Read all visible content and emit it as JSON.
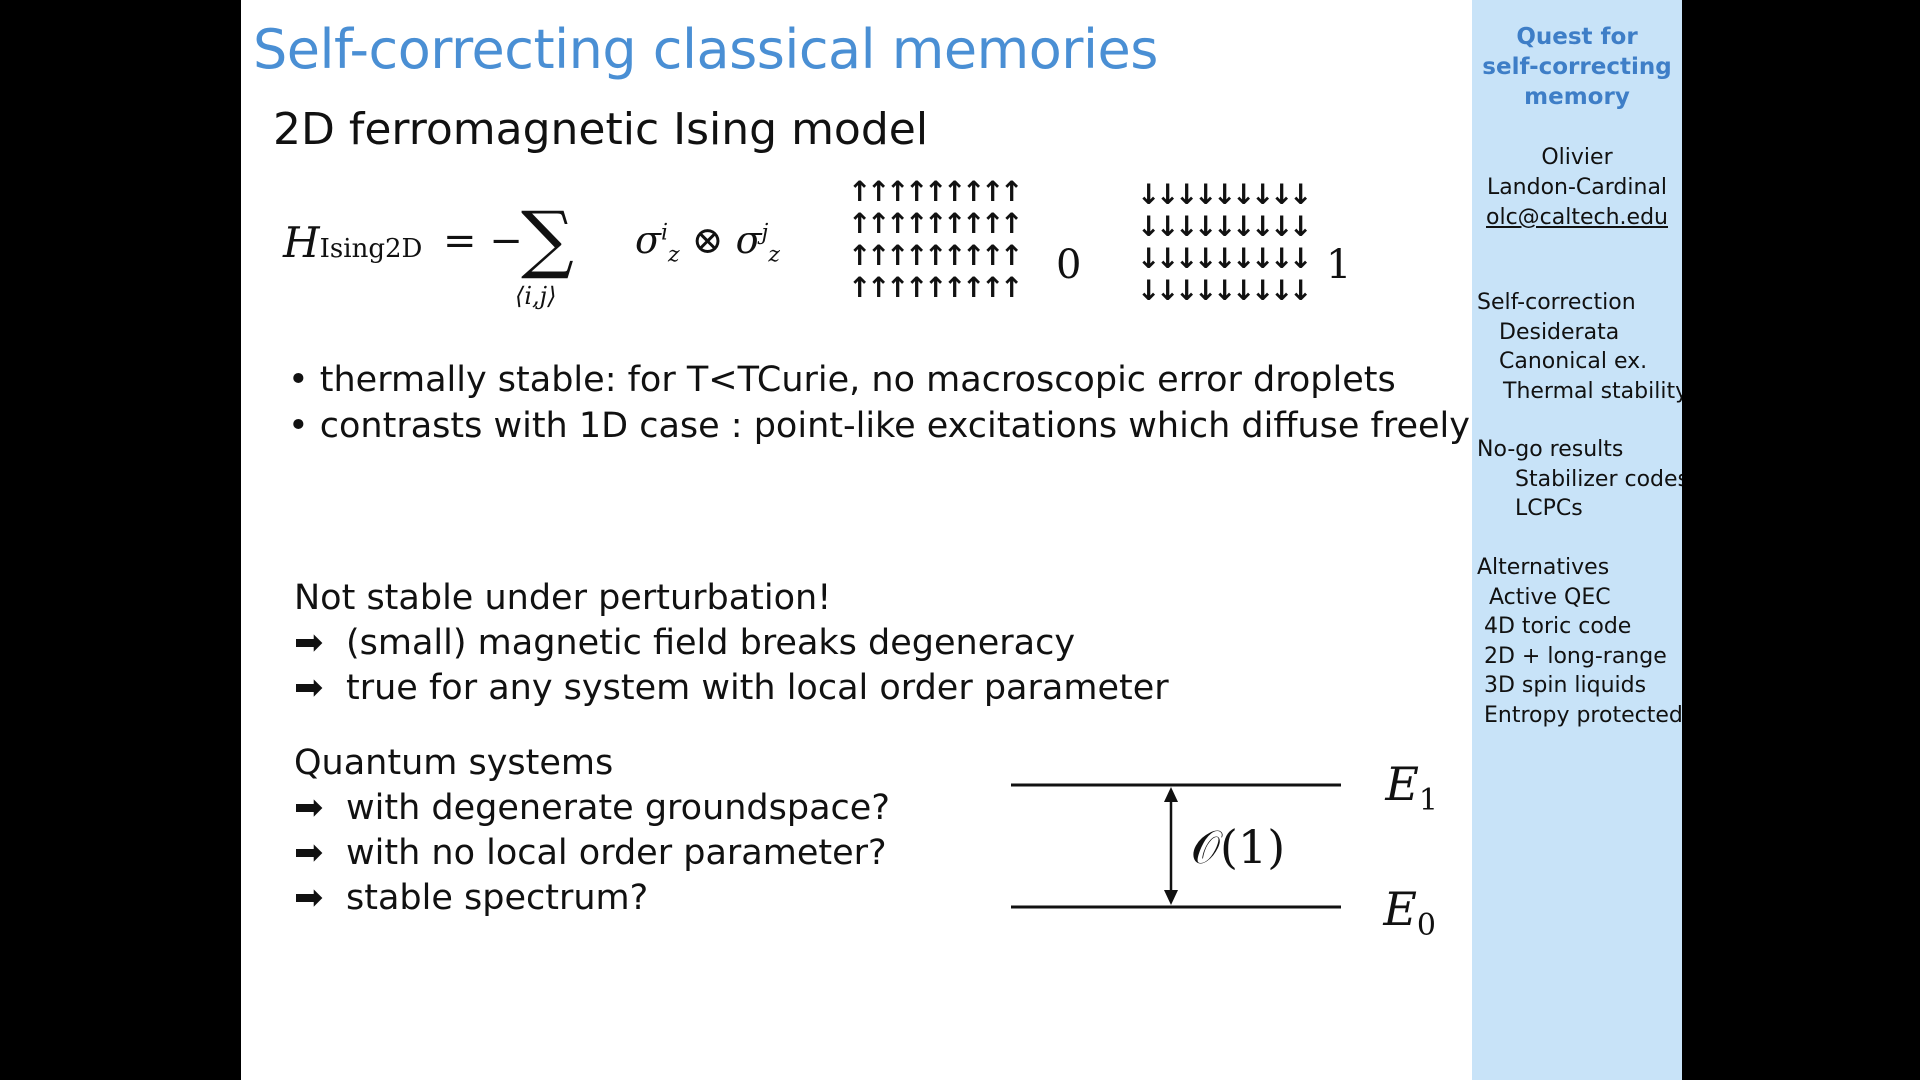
{
  "slide": {
    "title": "Self-correcting classical memories",
    "subtitle": "2D ferromagnetic Ising  model",
    "hamiltonian": {
      "lhs": "H",
      "lhs_sub": "Ising2D",
      "eq": "= −",
      "sum": "∑",
      "sum_index": "⟨i,j⟩",
      "term_base1": "σ",
      "term_sup1": "i",
      "term_sub1": "z",
      "otimes": " ⊗ ",
      "term_base2": "σ",
      "term_sup2": "j",
      "term_sub2": "z"
    },
    "spin_states": {
      "up_glyph": "↑",
      "down_glyph": "↓",
      "rows": 4,
      "cols": 9,
      "label_up": "0",
      "label_down": "1"
    },
    "bullets": [
      "• thermally stable: for T<TCurie, no macroscopic error droplets",
      "• contrasts with 1D case : point-like excitations which diffuse freely"
    ],
    "arrow": "➡",
    "perturbation": {
      "heading": "Not stable under perturbation!",
      "items": [
        "(small) magnetic field breaks degeneracy",
        "true for any system with local order parameter"
      ]
    },
    "quantum": {
      "heading": "Quantum systems",
      "items": [
        "with degenerate groundspace?",
        "with no local order parameter?",
        "stable spectrum?"
      ]
    },
    "energy_levels": {
      "upper": "E",
      "upper_sub": "1",
      "lower": "E",
      "lower_sub": "0",
      "gap": "𝒪(1)"
    }
  },
  "sidebar": {
    "title_lines": [
      "Quest for",
      "self-correcting",
      "memory"
    ],
    "author_first": "Olivier",
    "author_last": "Landon-Cardinal",
    "email": "olc@caltech.edu",
    "sections": [
      {
        "label": "Self-correction",
        "items": [
          "Desiderata",
          "Canonical ex.",
          "Thermal stability"
        ]
      },
      {
        "label": "No-go results",
        "items": [
          "Stabilizer codes",
          "LCPCs"
        ]
      },
      {
        "label": "Alternatives",
        "items": [
          "Active QEC",
          "4D toric code",
          "2D + long-range",
          "3D spin liquids",
          "Entropy protected"
        ]
      }
    ]
  },
  "colors": {
    "title_blue": "#4a8fd4",
    "sidebar_bg": "#c8e3f8",
    "sidebar_title": "#3e7ec7",
    "frame": "#000000"
  }
}
